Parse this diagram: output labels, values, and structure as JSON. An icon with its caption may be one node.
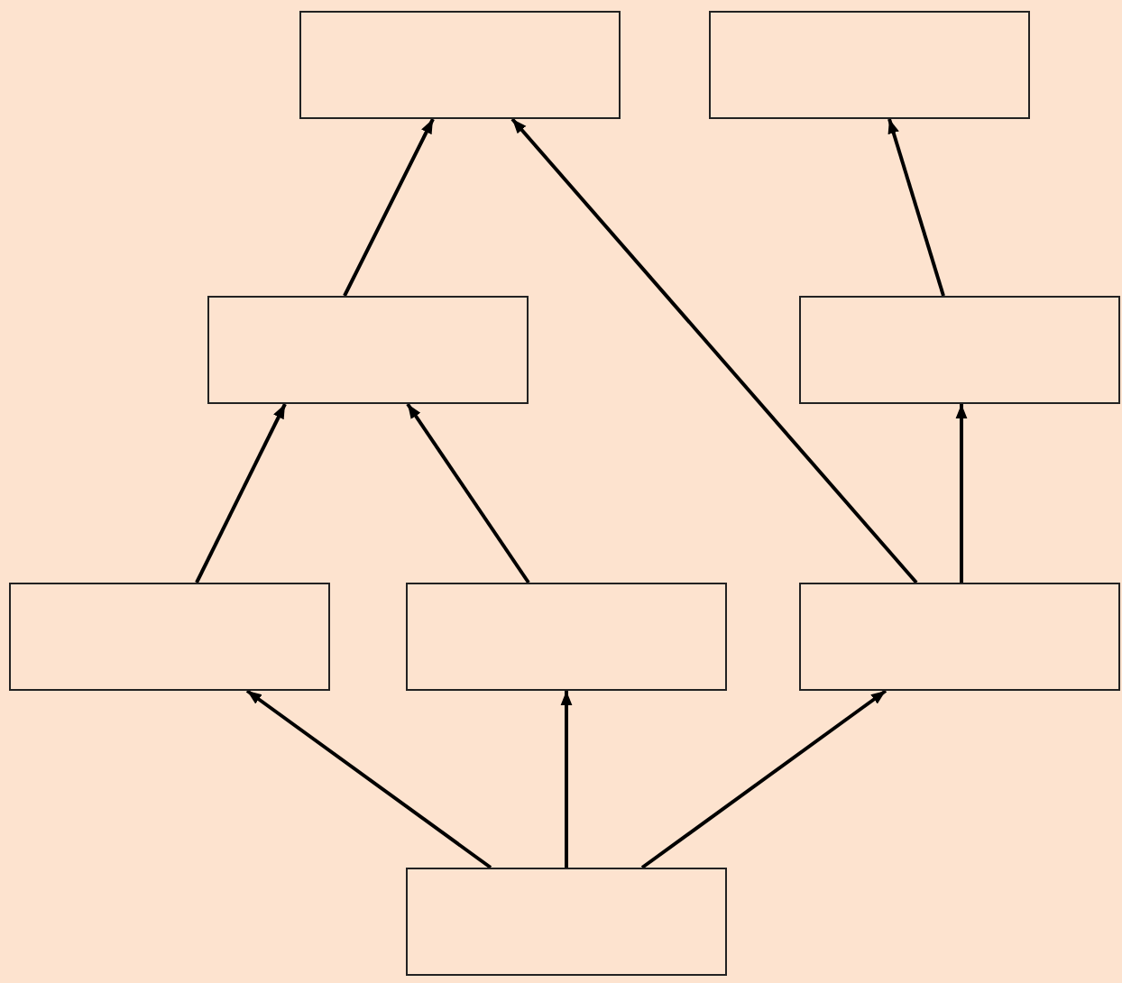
{
  "diagram": {
    "nodes": [
      {
        "text": [],
        "shape": "box"
      },
      {
        "text": [],
        "shape": "box"
      },
      {
        "text": [],
        "shape": "box"
      },
      {
        "text": [],
        "shape": "box"
      },
      {
        "text": [],
        "shape": "box"
      },
      {
        "text": [],
        "shape": "box"
      },
      {
        "text": [],
        "shape": "box"
      },
      {
        "text": [],
        "shape": "box"
      }
    ],
    "edges": [
      {
        "from": 2,
        "to": 0,
        "arrow": "to"
      },
      {
        "from": 6,
        "to": 0,
        "arrow": "to"
      },
      {
        "from": 3,
        "to": 1,
        "arrow": "to"
      },
      {
        "from": 4,
        "to": 2,
        "arrow": "to"
      },
      {
        "from": 5,
        "to": 2,
        "arrow": "to"
      },
      {
        "from": 6,
        "to": 3,
        "arrow": "to"
      },
      {
        "from": 7,
        "to": 4,
        "arrow": "to"
      },
      {
        "from": 7,
        "to": 5,
        "arrow": "to"
      },
      {
        "from": 7,
        "to": 6,
        "arrow": "to"
      }
    ]
  }
}
